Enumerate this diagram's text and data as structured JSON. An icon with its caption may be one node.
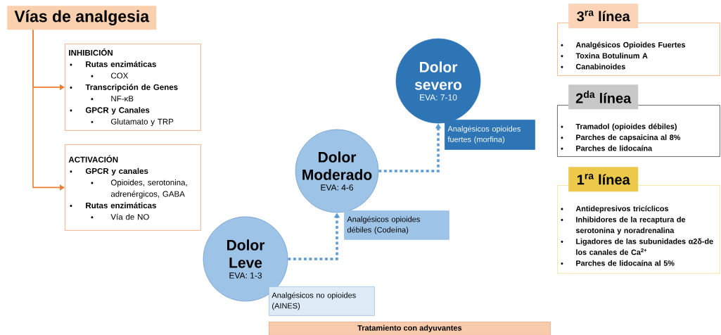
{
  "diagram": {
    "nodes": [
      {
        "text": [
          "Vías de analgesia"
        ]
      },
      {
        "text": [
          "INHIBICIÓN",
          "Rutas enzimáticas",
          "COX",
          "Transcripción de Genes",
          "NF-κB",
          "GPCR y Canales",
          "Glutamato y TRP"
        ]
      },
      {
        "text": [
          "ACTIVACIÓN",
          "GPCR y canales",
          "Opioides, serotonina, adrenérgicos, GABA",
          "Rutas enzimáticas",
          "Vía de NO"
        ]
      },
      {
        "text": [
          "Dolor Leve",
          "EVA: 1-3"
        ]
      },
      {
        "text": [
          "Analgésicos no opioides (AINES)"
        ]
      },
      {
        "text": [
          "Dolor Moderado",
          "EVA: 4-6"
        ]
      },
      {
        "text": [
          "Analgésicos opioides débiles (Codeína)"
        ]
      },
      {
        "text": [
          "Dolor severo",
          "EVA: 7-10"
        ]
      },
      {
        "text": [
          "Analgésicos opioides fuertes (morfina)"
        ]
      },
      {
        "text": [
          "Tratamiento con adyuvantes"
        ]
      },
      {
        "text": [
          "3$^{ra}$ línea",
          "Analgésicos Opioides Fuertes",
          "Toxina Botulinum A",
          "Canabinoides"
        ]
      },
      {
        "text": [
          "2$^{da}$ línea",
          "Tramadol (opioides débiles)",
          "Parches de capsaicina al 8%",
          "Parches de lidocaína"
        ]
      },
      {
        "text": [
          "1$^{ra}$ línea",
          "Antidepresivos tricíclicos",
          "Inhibidores de la recaptura de serotonina y noradrenalina",
          "Ligadores de las subunidades α2δ-de los canales de Ca$^{2+}$",
          "Parches de lidocaína al 5%"
        ]
      }
    ],
    "edges": [
      {
        "from": 0,
        "to": 1,
        "arrow": "to",
        "color": "#ed7d31"
      },
      {
        "from": 0,
        "to": 2,
        "arrow": "to",
        "color": "#ed7d31"
      },
      {
        "from": 3,
        "to": 5,
        "arrow": "to",
        "style": "dashed",
        "color": "#5b9bd5"
      },
      {
        "from": 5,
        "to": 7,
        "arrow": "to",
        "style": "dashed",
        "color": "#5b9bd5"
      }
    ]
  }
}
